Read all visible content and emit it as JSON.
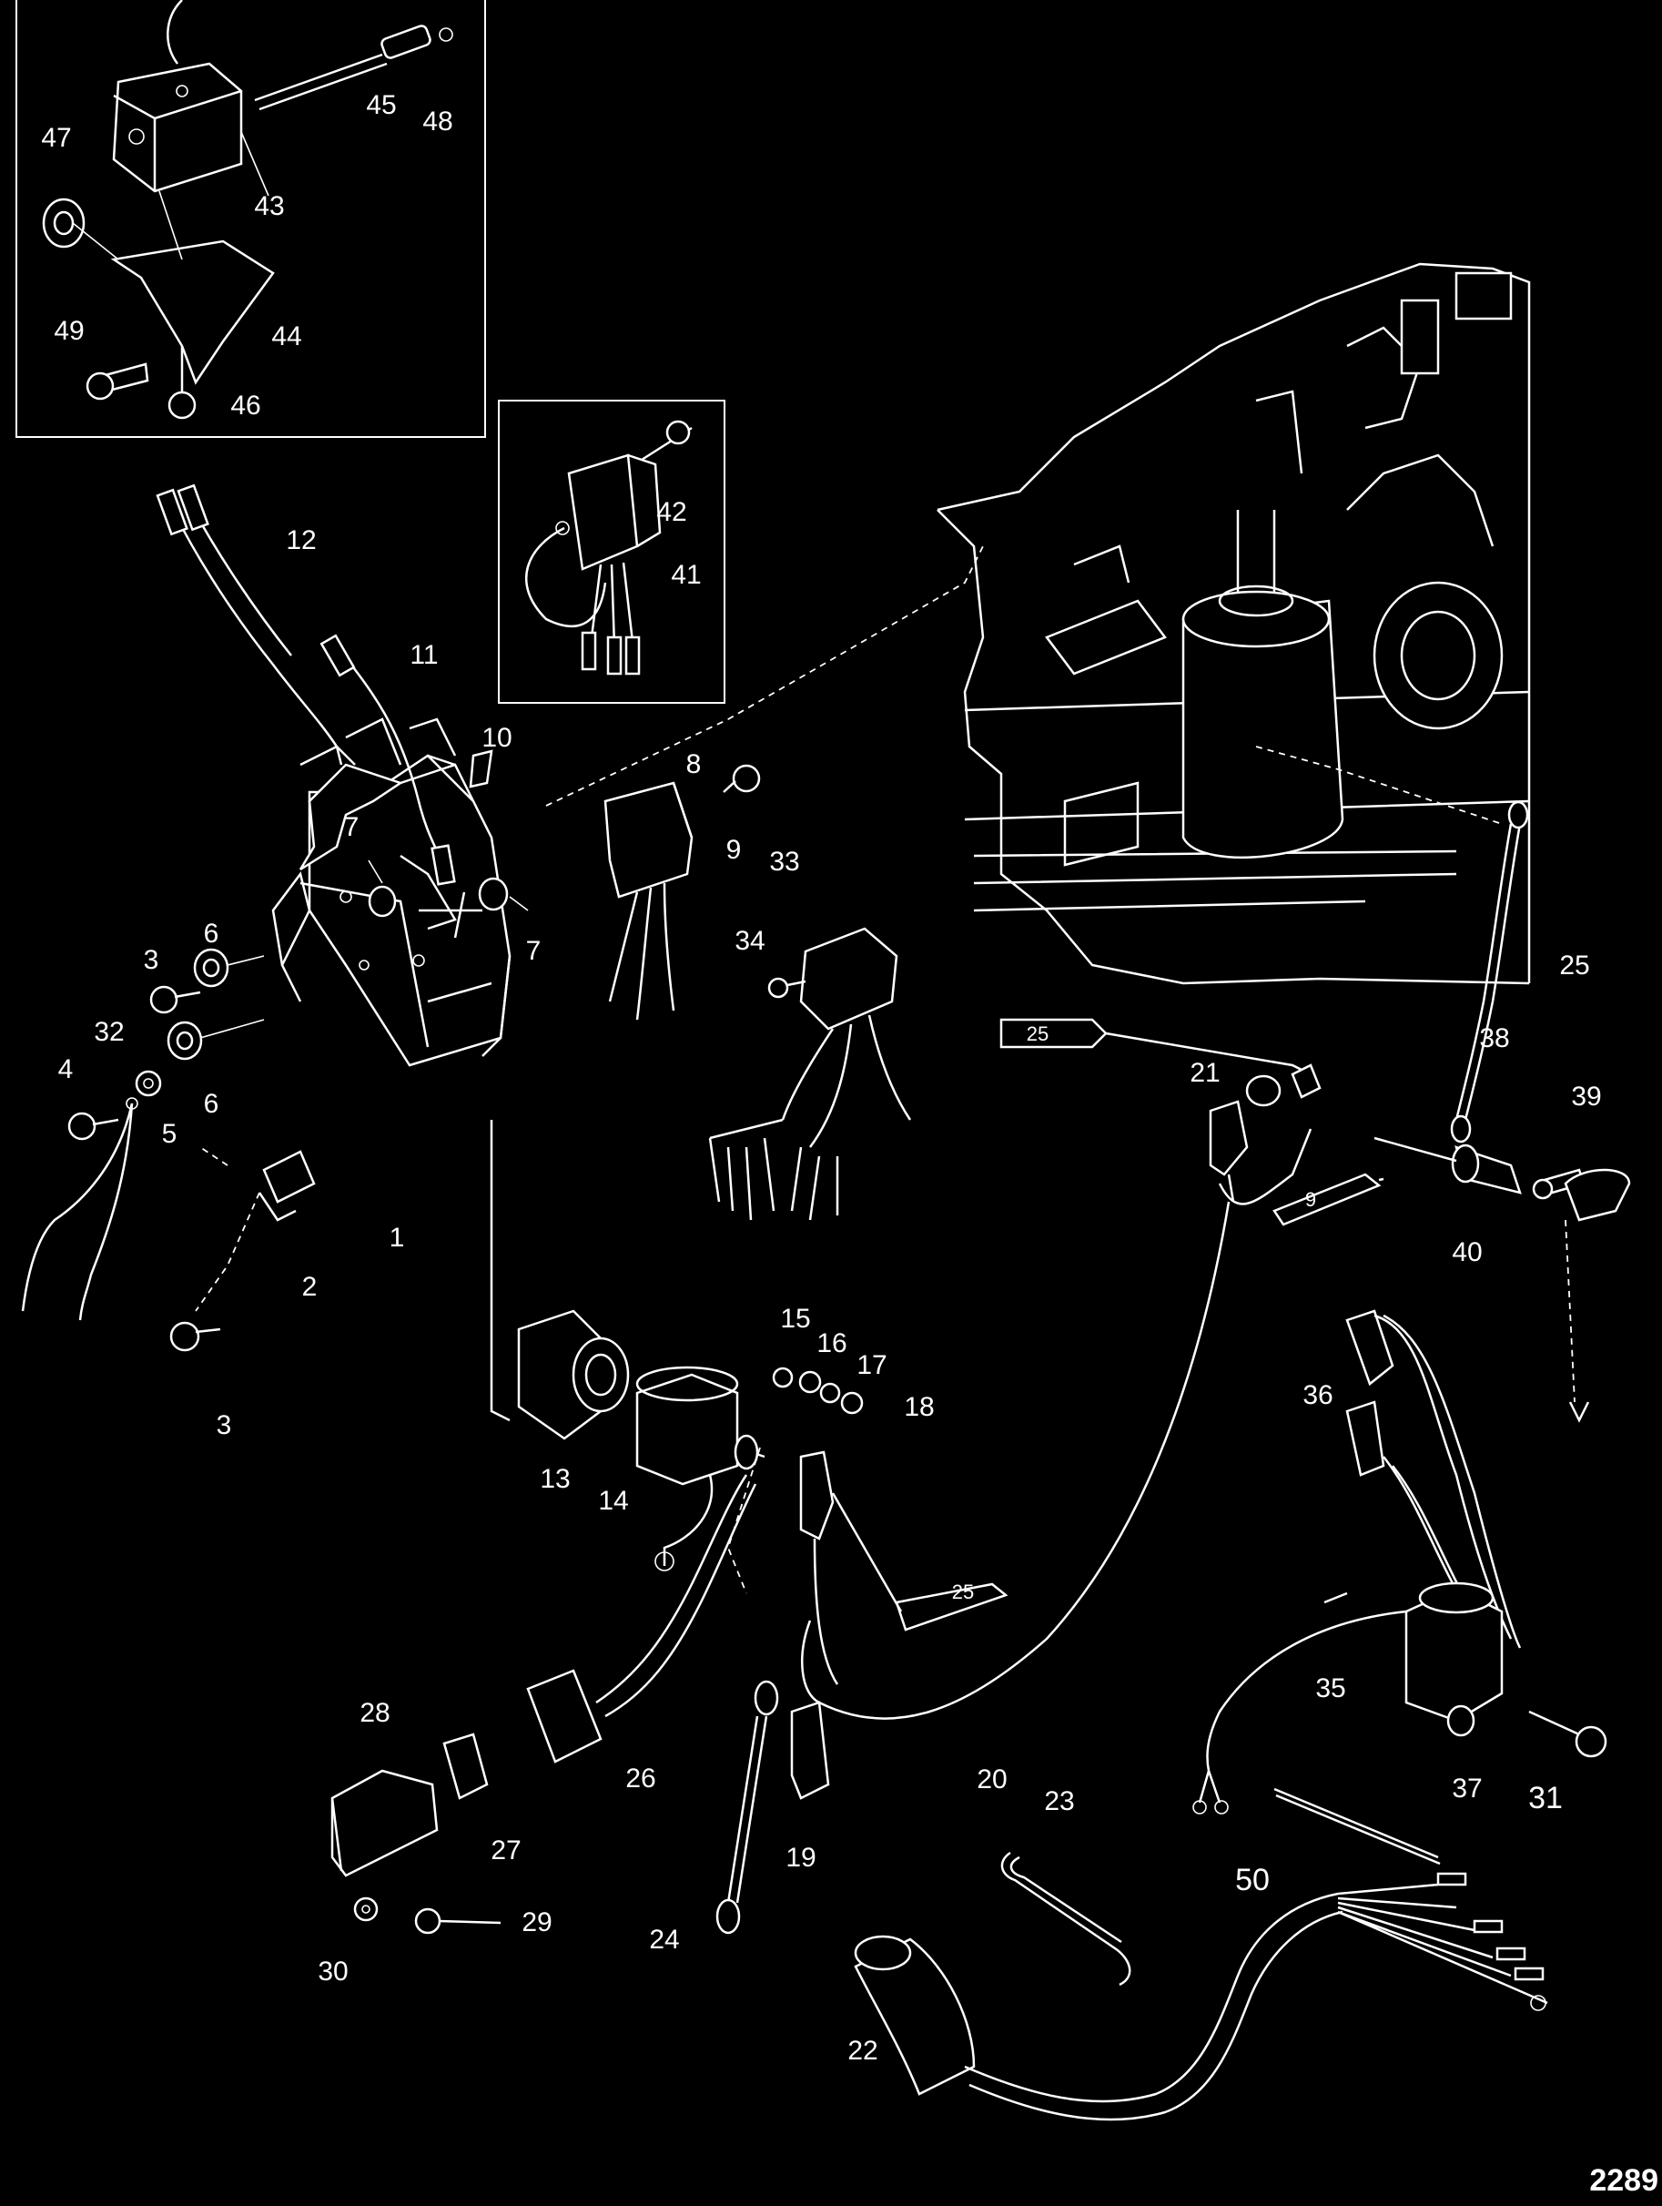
{
  "drawing_number": "2289",
  "tube_markings": [
    "25",
    "9",
    "25"
  ],
  "parts": [
    "1",
    "2",
    "3",
    "3",
    "4",
    "5",
    "6",
    "6",
    "7",
    "7",
    "8",
    "9",
    "10",
    "11",
    "12",
    "13",
    "14",
    "15",
    "16",
    "17",
    "18",
    "19",
    "20",
    "21",
    "22",
    "23",
    "24",
    "25",
    "26",
    "27",
    "28",
    "29",
    "30",
    "31",
    "32",
    "33",
    "34",
    "35",
    "36",
    "37",
    "38",
    "39",
    "40",
    "41",
    "42",
    "43",
    "44",
    "45",
    "46",
    "47",
    "48",
    "49",
    "50"
  ]
}
